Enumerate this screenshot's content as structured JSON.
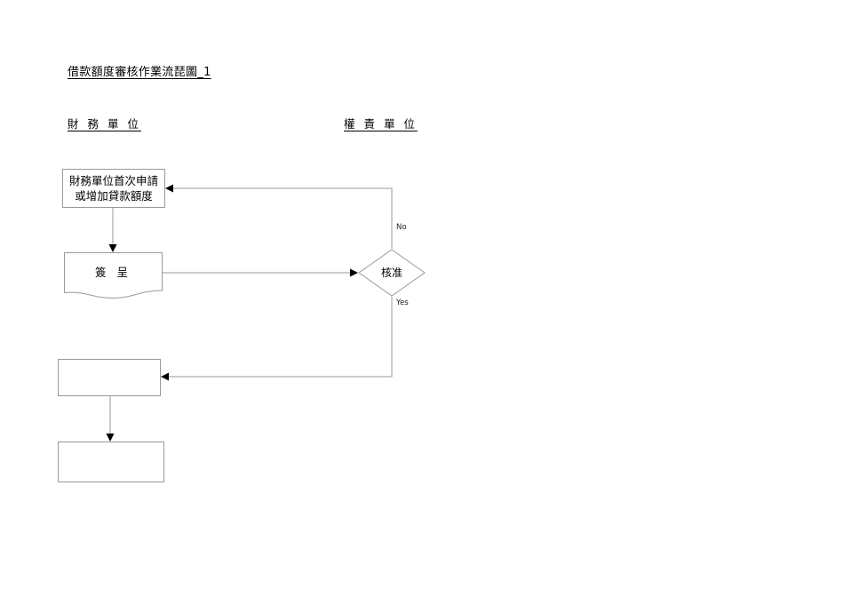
{
  "document": {
    "title": "借款額度審核作業流琵圖_1"
  },
  "lanes": [
    {
      "id": "finance-unit",
      "label": "財 務 單 位"
    },
    {
      "id": "authority-unit",
      "label": "權 責 單 位"
    }
  ],
  "nodes": [
    {
      "id": "apply",
      "type": "process",
      "label": "財務單位首次申請\n或增加貸款額度",
      "lane": "finance-unit"
    },
    {
      "id": "document",
      "type": "document",
      "label": "簽 呈",
      "lane": "finance-unit"
    },
    {
      "id": "decision",
      "type": "decision",
      "label": "核准",
      "lane": "authority-unit"
    },
    {
      "id": "empty-1",
      "type": "process",
      "label": "",
      "lane": "finance-unit"
    },
    {
      "id": "empty-2",
      "type": "process",
      "label": "",
      "lane": "finance-unit"
    }
  ],
  "edges": [
    {
      "id": "apply-to-document",
      "from": "apply",
      "to": "document",
      "label": ""
    },
    {
      "id": "document-to-decision",
      "from": "document",
      "to": "decision",
      "label": ""
    },
    {
      "id": "decision-no",
      "from": "decision",
      "to": "apply",
      "label": "No"
    },
    {
      "id": "decision-yes",
      "from": "decision",
      "to": "empty-1",
      "label": "Yes"
    },
    {
      "id": "empty1-to-empty2",
      "from": "empty-1",
      "to": "empty-2",
      "label": ""
    }
  ],
  "colors": {
    "page_background": "#ffffff",
    "shape_stroke": "#9a9a9a",
    "connector_stroke": "#9a9a9a",
    "arrowhead": "#000000",
    "text": "#000000"
  }
}
